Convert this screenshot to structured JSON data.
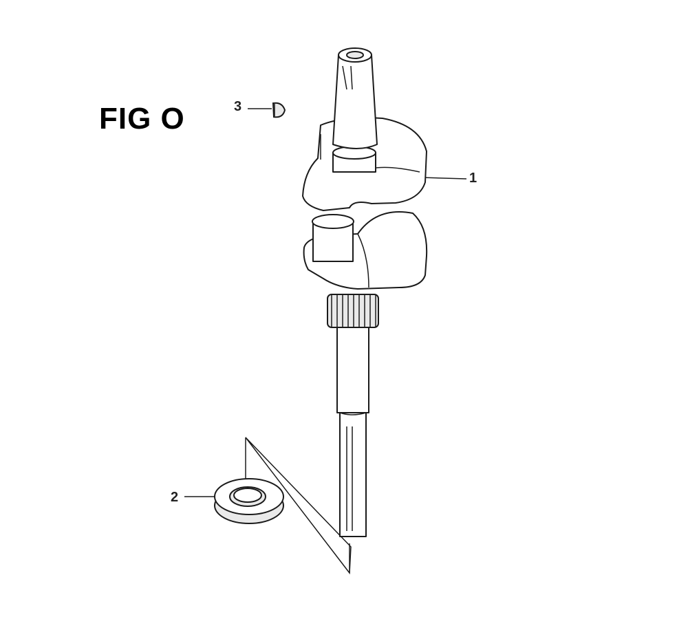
{
  "figure": {
    "title": "FIG O",
    "callouts": [
      {
        "id": "1",
        "label": "1"
      },
      {
        "id": "2",
        "label": "2"
      },
      {
        "id": "3",
        "label": "3"
      }
    ]
  }
}
